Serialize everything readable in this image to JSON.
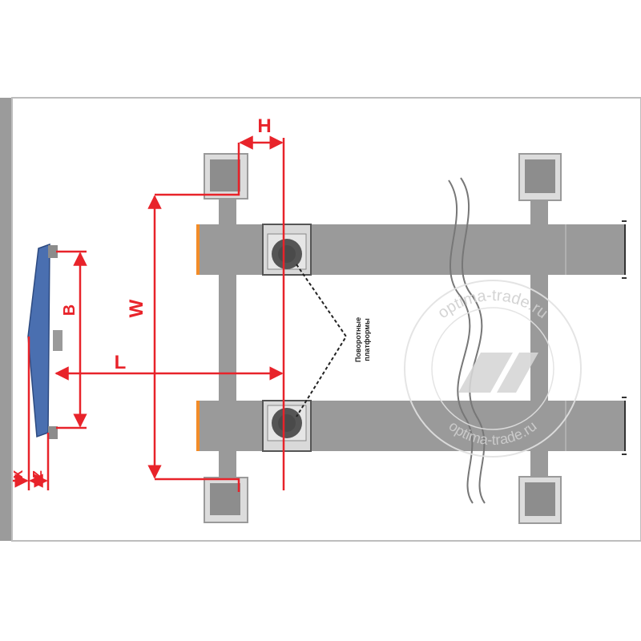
{
  "dimensions": {
    "h": "H",
    "w": "W",
    "l": "L",
    "b": "B",
    "x": "X",
    "z": "Z"
  },
  "annotation": {
    "line1": "Поворотные",
    "line2": "платформы"
  },
  "watermark": {
    "text": "optima-trade.ru"
  },
  "colors": {
    "dimension": "#e8232a",
    "lift_body": "#9a9a9a",
    "equipment_blue": "#4a6fb0",
    "accent_orange": "#f28c28"
  }
}
